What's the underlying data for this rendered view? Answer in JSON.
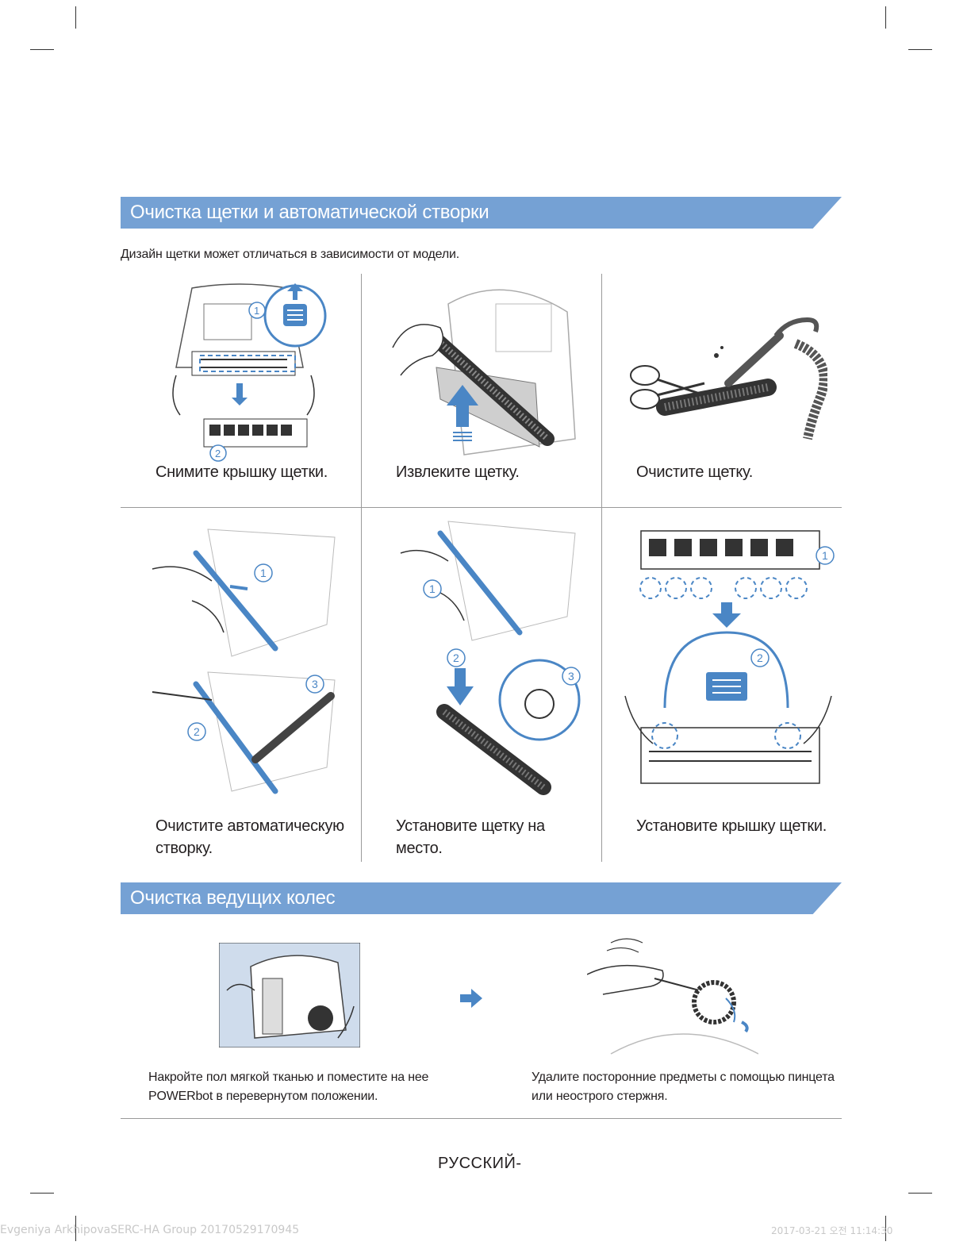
{
  "sections": {
    "brush": {
      "title": "Очистка щетки и автоматической створки",
      "note": "Дизайн щетки может отличаться в зависимости от модели.",
      "steps": [
        {
          "caption": "Снимите крышку щетки.",
          "markers": [
            "1",
            "2"
          ]
        },
        {
          "caption": "Извлеките щетку.",
          "markers": []
        },
        {
          "caption": "Очистите щетку.",
          "markers": []
        },
        {
          "caption": "Очистите автоматическую створку.",
          "markers": [
            "1",
            "2",
            "3"
          ]
        },
        {
          "caption": "Установите щетку на место.",
          "markers": [
            "1",
            "2",
            "3"
          ]
        },
        {
          "caption": "Установите крышку щетки.",
          "markers": [
            "1",
            "2"
          ]
        }
      ]
    },
    "wheels": {
      "title": "Очистка ведущих колес",
      "steps": [
        {
          "text": "Накройте пол мягкой тканью и поместите на нее POWERbot в перевернутом положении."
        },
        {
          "text": "Удалите посторонние предметы с помощью пинцета или неострого стержня."
        }
      ]
    }
  },
  "footer": {
    "language": "РУССКИЙ-",
    "file_info": "Evgeniya ArkhipovaSERC-HA Group 20170529170945",
    "print_date": "2017-03-21   오전 11:14:30"
  },
  "colors": {
    "accent": "#75a1d4",
    "rule": "#9a9a9a",
    "ink": "#231f20"
  }
}
